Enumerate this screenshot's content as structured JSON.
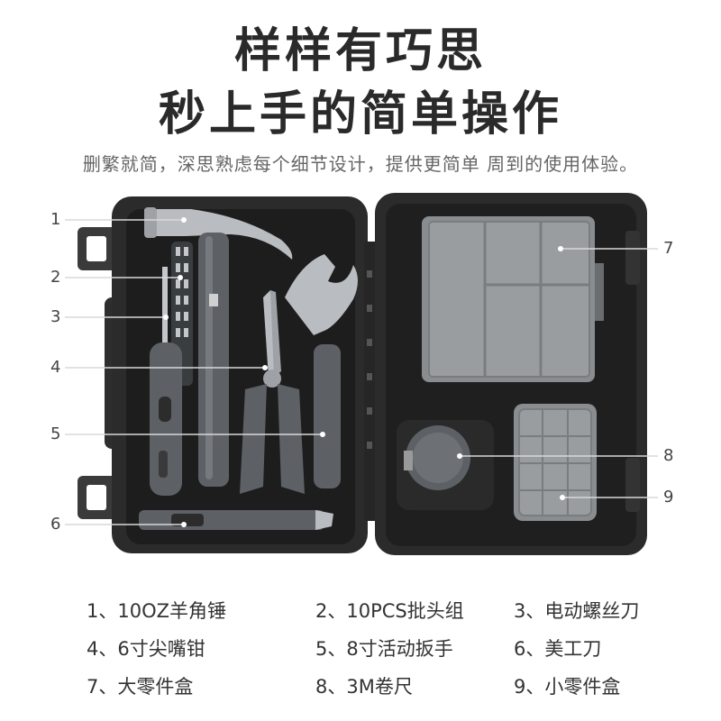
{
  "heading": {
    "line1": "样样有巧思",
    "line2": "秒上手的简单操作",
    "subtitle": "删繁就简，深思熟虑每个细节设计，提供更简单 周到的使用体验。"
  },
  "callouts": [
    "1",
    "2",
    "3",
    "4",
    "5",
    "6",
    "7",
    "8",
    "9"
  ],
  "legend": [
    "1、10OZ羊角锤",
    "2、10PCS批头组",
    "3、电动螺丝刀",
    "4、6寸尖嘴钳",
    "5、8寸活动扳手",
    "6、美工刀",
    "7、大零件盒",
    "8、3M卷尺",
    "9、小零件盒"
  ],
  "colors": {
    "case": "#2b2b2b",
    "tray": "#1c1c1c",
    "tool_metal": "#b9bcc0",
    "tool_grip": "#5d6166",
    "parts_box": "#8a8d90"
  }
}
